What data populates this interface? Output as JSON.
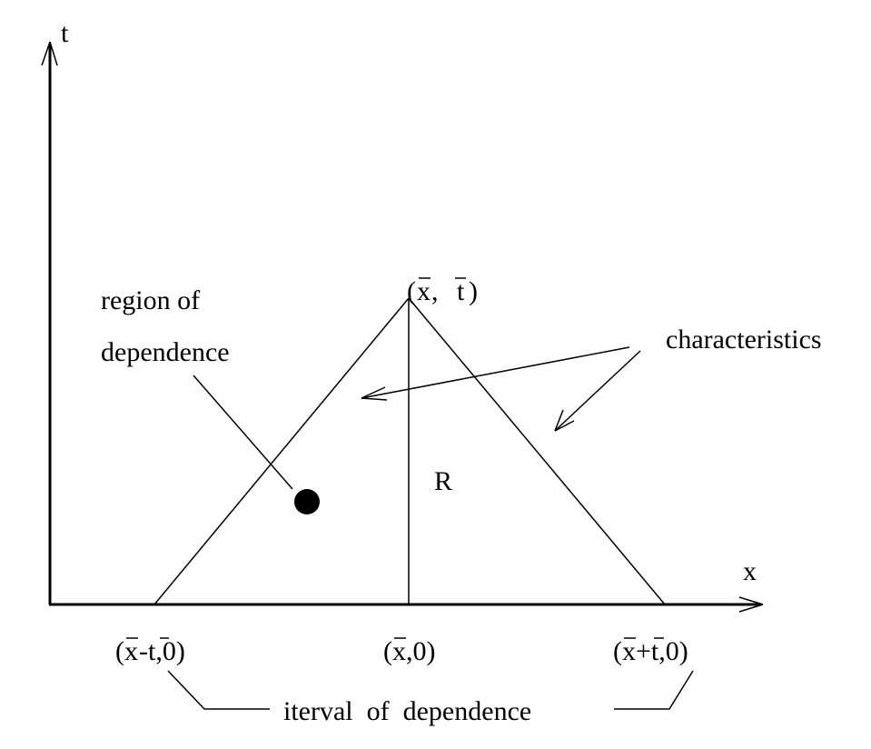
{
  "axes": {
    "t_label": "t",
    "x_label": "x"
  },
  "apex_label": {
    "open": "(",
    "x": "x",
    "comma": ",",
    "t": "t",
    "close": ")"
  },
  "region_label": {
    "line1": "region of",
    "line2": "dependence"
  },
  "characteristics_label": "characteristics",
  "r_label": "R",
  "base_labels": {
    "left": {
      "open": "(",
      "x": "x",
      "rest": " -t,0)"
    },
    "center": {
      "open": "(",
      "x": "x",
      "rest": ",0)"
    },
    "right": {
      "open": "(",
      "x": "x",
      "rest": "+t,0)"
    }
  },
  "interval_label": "iterval  of  dependence"
}
